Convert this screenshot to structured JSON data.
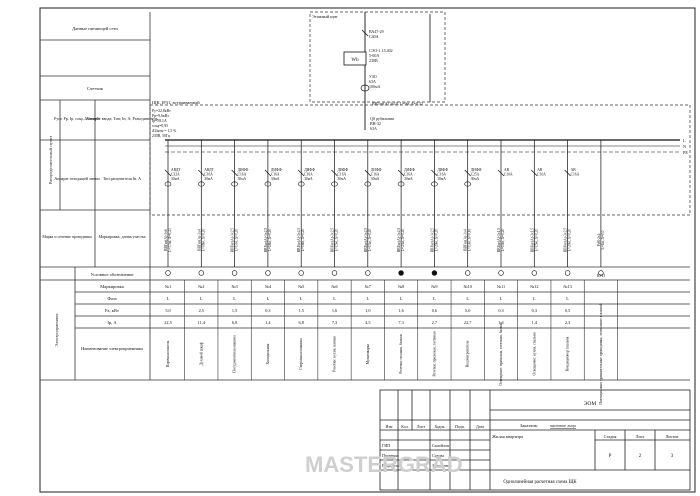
{
  "left_labels": {
    "supply": "Данные питающей сети",
    "meter": "Счетчик",
    "switchboard": "ЩК, IP31, встраиваемый",
    "dist_device": "Распределительный пункт",
    "input_params": "Руст. Рр, Iр, cosφ, ΔUном%",
    "input_device": "Аппарат ввода; Тип; Iн, А; Разъединитель",
    "outgoing": "Аппарат отходящей линии",
    "outgoing_type": "Тип расцепителя Iн, А",
    "cable_brand": "Марка и сечение проводника",
    "cable_length": "Маркировка, длина участка",
    "consumer": "Электроприемник"
  },
  "top_panel": {
    "meter_panel": "Этажный щит",
    "breaker1": "ВА47-29",
    "breaker1_rating": "С40А",
    "meter_model": "СЭО-1.15.402",
    "meter_current": "5-60А",
    "meter_voltage": "230В",
    "meter_label": "Wh",
    "rcd": "УЗО",
    "rcd_current": "63А",
    "rcd_leak": "100мА",
    "feed_cable": "ВВГнг(А) 3х10, L=9м, Δ=0,32"
  },
  "input_block": {
    "params": [
      "Ру=22,8кВт",
      "Рр=9,6кВт",
      "Iр=58,1А",
      "cosφ=0,95",
      "ΔUном = 1,5 %",
      "230В, 50Гц"
    ],
    "switch": "QS рубильник",
    "switch_model": "ВН-32",
    "switch_rating": "63А"
  },
  "bus_labels": [
    "L",
    "N",
    "PE"
  ],
  "rows": {
    "symbol": "Условное обозначение",
    "mark": "Маркировка",
    "phase": "Фаза",
    "power": "Ра, кВт",
    "current": "Iр, А",
    "name": "Наименование электроприемника"
  },
  "circuits": [
    {
      "breaker": [
        "АВДТ",
        "С32А",
        "30мА"
      ],
      "cable": [
        "ВВГнг(А)-3х6",
        "L=7,5м, Δ=0,23"
      ],
      "mark": "№1",
      "phase": "L",
      "power": "5,0",
      "current": "22,5",
      "name": "Варочная панель"
    },
    {
      "breaker": [
        "АВДТ",
        "С16А",
        "30мА"
      ],
      "cable": [
        "ВВГнг(А)-3х4",
        "L=18м, Δ=0,20"
      ],
      "mark": "№2",
      "phase": "L",
      "power": "2,5",
      "current": "11,4",
      "name": "Духовой шкаф"
    },
    {
      "breaker": [
        "ДИФФ",
        "С16А",
        "30мА"
      ],
      "cable": [
        "ВВГнг(А)-3х2,5",
        "L=17м, Δ=0,20"
      ],
      "mark": "№3",
      "phase": "L",
      "power": "1,5",
      "current": "6,8",
      "name": "Посудомоечная машина"
    },
    {
      "breaker": [
        "ДИФФ",
        "С16А",
        "30мА"
      ],
      "cable": [
        "ВВГнг(А)-3х2,5",
        "L=18м, Δ=0,20"
      ],
      "mark": "№4",
      "phase": "L",
      "power": "0,3",
      "current": "1,4",
      "name": "Холодильник"
    },
    {
      "breaker": [
        "ДИФФ",
        "С16А",
        "30мА"
      ],
      "cable": [
        "ВВГнг(А)-3х2,5",
        "L=18м, Δ=0,20"
      ],
      "mark": "№5",
      "phase": "L",
      "power": "1,5",
      "current": "6,8",
      "name": "Стиральная машина"
    },
    {
      "breaker": [
        "ДИФФ",
        "С16А",
        "30мА"
      ],
      "cable": [
        "ВВГнг(А)-3х2,5",
        "L=15м, Δ=0,20"
      ],
      "mark": "№6",
      "phase": "L",
      "power": "1,6",
      "current": "7,3",
      "name": "Розетки: кухня, ванная"
    },
    {
      "breaker": [
        "ДИФФ",
        "С16А",
        "30мА"
      ],
      "cable": [
        "ВВГнг(А)-3х2,5",
        "L=13м, Δ=0,20"
      ],
      "mark": "№7",
      "phase": "L",
      "power": "1,0",
      "current": "4,5",
      "name": "Мультиварка"
    },
    {
      "breaker": [
        "ДИФФ",
        "С16А",
        "30мА"
      ],
      "cable": [
        "ВВГнг(А)-3х2,5",
        "L=23м, Δ=0,20"
      ],
      "mark": "№8",
      "phase": "L",
      "power": "1,6",
      "current": "7,3",
      "name": "Розетки: спальня, балкон"
    },
    {
      "breaker": [
        "ДИФФ",
        "С16А",
        "30мА"
      ],
      "cable": [
        "ВВГнг(А)-3х2,5",
        "L=20м, Δ=0,20"
      ],
      "mark": "№9",
      "phase": "L",
      "power": "0,6",
      "current": "2,7",
      "name": "Розетки: прихожая, гостиная"
    },
    {
      "breaker": [
        "ДИФФ",
        "С25А",
        "30мА"
      ],
      "cable": [
        "ВВГнг(А)-3х4",
        "L=13м, Δ=0,16"
      ],
      "mark": "№10",
      "phase": "L",
      "power": "5,0",
      "current": "22,7",
      "name": "Водонагреватель"
    },
    {
      "breaker": [
        "АВ",
        "С10А",
        ""
      ],
      "cable": [
        "ВВГнг(А)-3х1,5",
        "L=10м, Δ=0,20"
      ],
      "mark": "№11",
      "phase": "L",
      "power": "0,3",
      "current": "1,4",
      "name": "Освещение: прихожая, гостиная, балкон"
    },
    {
      "breaker": [
        "АВ",
        "С10А",
        ""
      ],
      "cable": [
        "ВВГнг(А)-3х1,5",
        "L=15м, Δ=0,20"
      ],
      "mark": "№12",
      "phase": "L",
      "power": "0,3",
      "current": "1,4",
      "name": "Освещение: кухня, спальня"
    },
    {
      "breaker": [
        "АВ",
        "С16А",
        ""
      ],
      "cable": [
        "ВВГнг(А)-3х2,5",
        "L=20м, Δ=0,20"
      ],
      "mark": "№13",
      "phase": "L",
      "power": "0,5",
      "current": "2,3",
      "name": "Кондиционер спальня"
    },
    {
      "breaker": [
        "",
        "",
        ""
      ],
      "cable": [
        "РуВ-2х4",
        "L=1м, Δ=0,0"
      ],
      "mark": "",
      "phase": "",
      "power": "",
      "current": "",
      "name": "Потенциально уравнительные проводники, заземление к ванной"
    }
  ],
  "spare_label": "КУП",
  "title_block": {
    "code": "ЭОМ",
    "customer_label": "Заказчик:",
    "customer": "частное лицо",
    "cols": [
      "Изм",
      "Кол.",
      "Лист",
      "№док.",
      "Подп.",
      "Дата"
    ],
    "object": "Жилая квартира",
    "stage_label": "Стадия",
    "sheet_label": "Лист",
    "sheets_label": "Листов",
    "stage": "Р",
    "sheet": "2",
    "sheets": "3",
    "roles": [
      "ГИП",
      "Проверил",
      "Разработал"
    ],
    "names": [
      "Самойлов",
      "Судова",
      "Загуменная"
    ],
    "drawing_title": "Однолинейная расчетная схема ЩК"
  },
  "watermark": "MASTERGRAD"
}
